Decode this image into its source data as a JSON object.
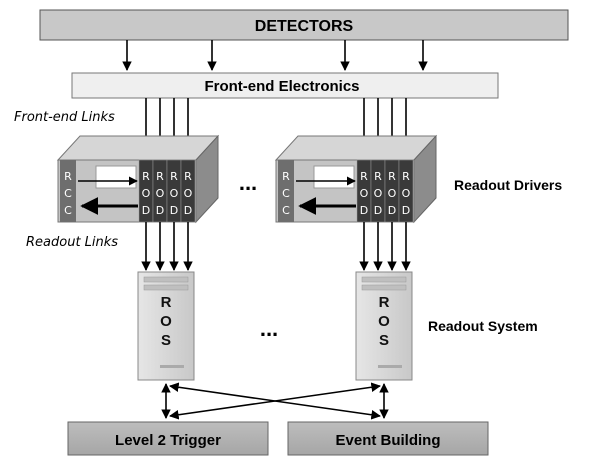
{
  "detectors": {
    "label": "DETECTORS"
  },
  "front_end": {
    "label": "Front-end Electronics"
  },
  "links": {
    "front_end_links": "Front-end Links",
    "readout_links": "Readout Links"
  },
  "crate": {
    "rcc_letters": [
      "R",
      "C",
      "C"
    ],
    "rod_letters": [
      "R",
      "O",
      "D"
    ]
  },
  "ros_letters": [
    "R",
    "O",
    "S"
  ],
  "ellipsis": "...",
  "labels": {
    "readout_drivers": "Readout Drivers",
    "readout_system": "Readout System"
  },
  "bottom": {
    "level2": "Level 2 Trigger",
    "event_building": "Event Building"
  }
}
